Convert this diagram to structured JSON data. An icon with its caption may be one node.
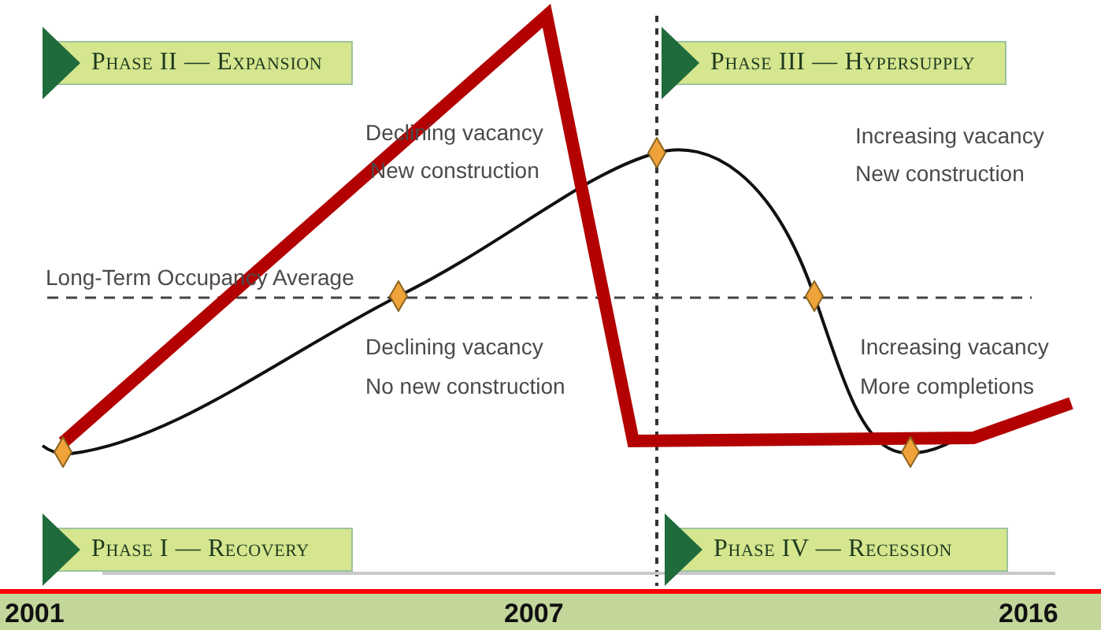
{
  "diagram": {
    "nodes": [
      {
        "text": [
          "Phase II — Expansion"
        ]
      },
      {
        "text": [
          "Phase III — Hypersupply"
        ]
      },
      {
        "text": [
          "Phase I — Recovery"
        ]
      },
      {
        "text": [
          "Phase IV — Recession"
        ]
      }
    ],
    "labels": [
      "Declining vacancy",
      "New construction",
      "Increasing vacancy",
      "New construction",
      "Long-Term Occupancy Average",
      "Declining vacancy",
      "No new construction",
      "Increasing vacancy",
      "More completions",
      "2001",
      "2007",
      "2016"
    ]
  }
}
